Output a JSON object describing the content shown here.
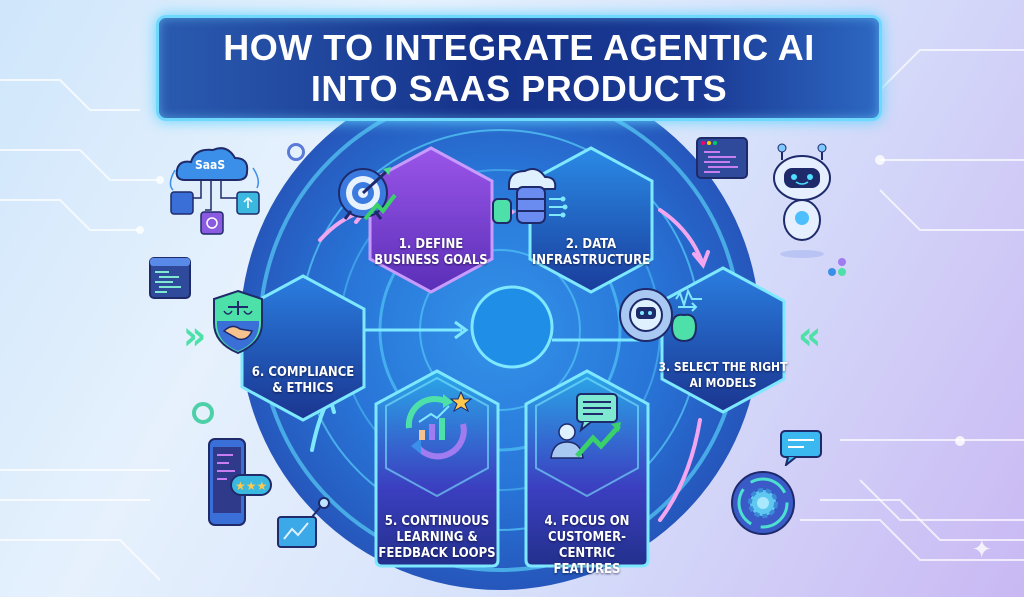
{
  "title": {
    "line1": "HOW TO INTEGRATE AGENTIC AI",
    "line2": "INTO SAAS PRODUCTS"
  },
  "steps": [
    {
      "number": 1,
      "label_line1": "1. DEFINE",
      "label_line2": "BUSINESS GOALS",
      "icon": "target-arrow-growth-icon",
      "color": "#7a3fd6"
    },
    {
      "number": 2,
      "label_line1": "2. DATA",
      "label_line2": "INFRASTRUCTURE",
      "icon": "cloud-database-icon",
      "color": "#1b4fb8"
    },
    {
      "number": 3,
      "label_line1": "3. SELECT THE RIGHT",
      "label_line2": "AI MODELS",
      "icon": "robot-gear-brain-icon",
      "color": "#1e5cc4"
    },
    {
      "number": 4,
      "label_line1": "4. FOCUS ON",
      "label_line2": "CUSTOMER-CENTRIC",
      "label_line3": "FEATURES",
      "icon": "user-chat-growth-icon",
      "color": "#3b3fc0"
    },
    {
      "number": 5,
      "label_line1": "5. CONTINUOUS",
      "label_line2": "LEARNING &",
      "label_line3": "FEEDBACK LOOPS",
      "icon": "cycle-chart-star-icon",
      "color": "#3b3fc0"
    },
    {
      "number": 6,
      "label_line1": "6. COMPLIANCE",
      "label_line2": "& ETHICS",
      "icon": "shield-scales-handshake-icon",
      "color": "#1e4fb8"
    }
  ],
  "decorations": {
    "saas_cloud_label": "SaaS",
    "left_chevrons": "»",
    "right_chevrons": "«"
  },
  "colors": {
    "title_bg": "#16328a",
    "title_border": "#6fd8ff",
    "glow": "#5fd4ff",
    "accent_green": "#4de0a8",
    "accent_pink": "#f2a6f0"
  }
}
